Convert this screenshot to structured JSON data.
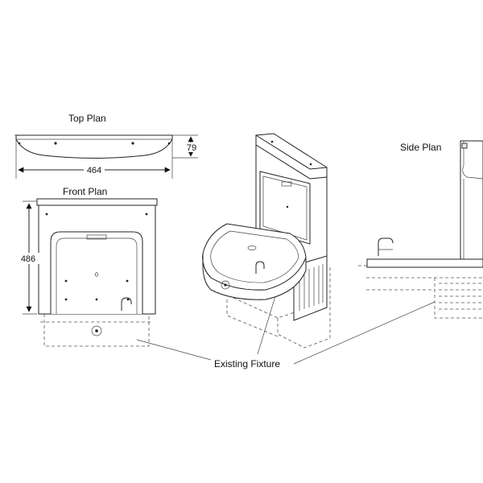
{
  "labels": {
    "top_plan": "Top Plan",
    "front_plan": "Front Plan",
    "side_plan": "Side Plan",
    "existing_fixture": "Existing Fixture"
  },
  "dimensions": {
    "top_width": "464",
    "top_depth": "79",
    "front_height": "486"
  },
  "colors": {
    "line": "#222222",
    "fill": "#ffffff"
  }
}
